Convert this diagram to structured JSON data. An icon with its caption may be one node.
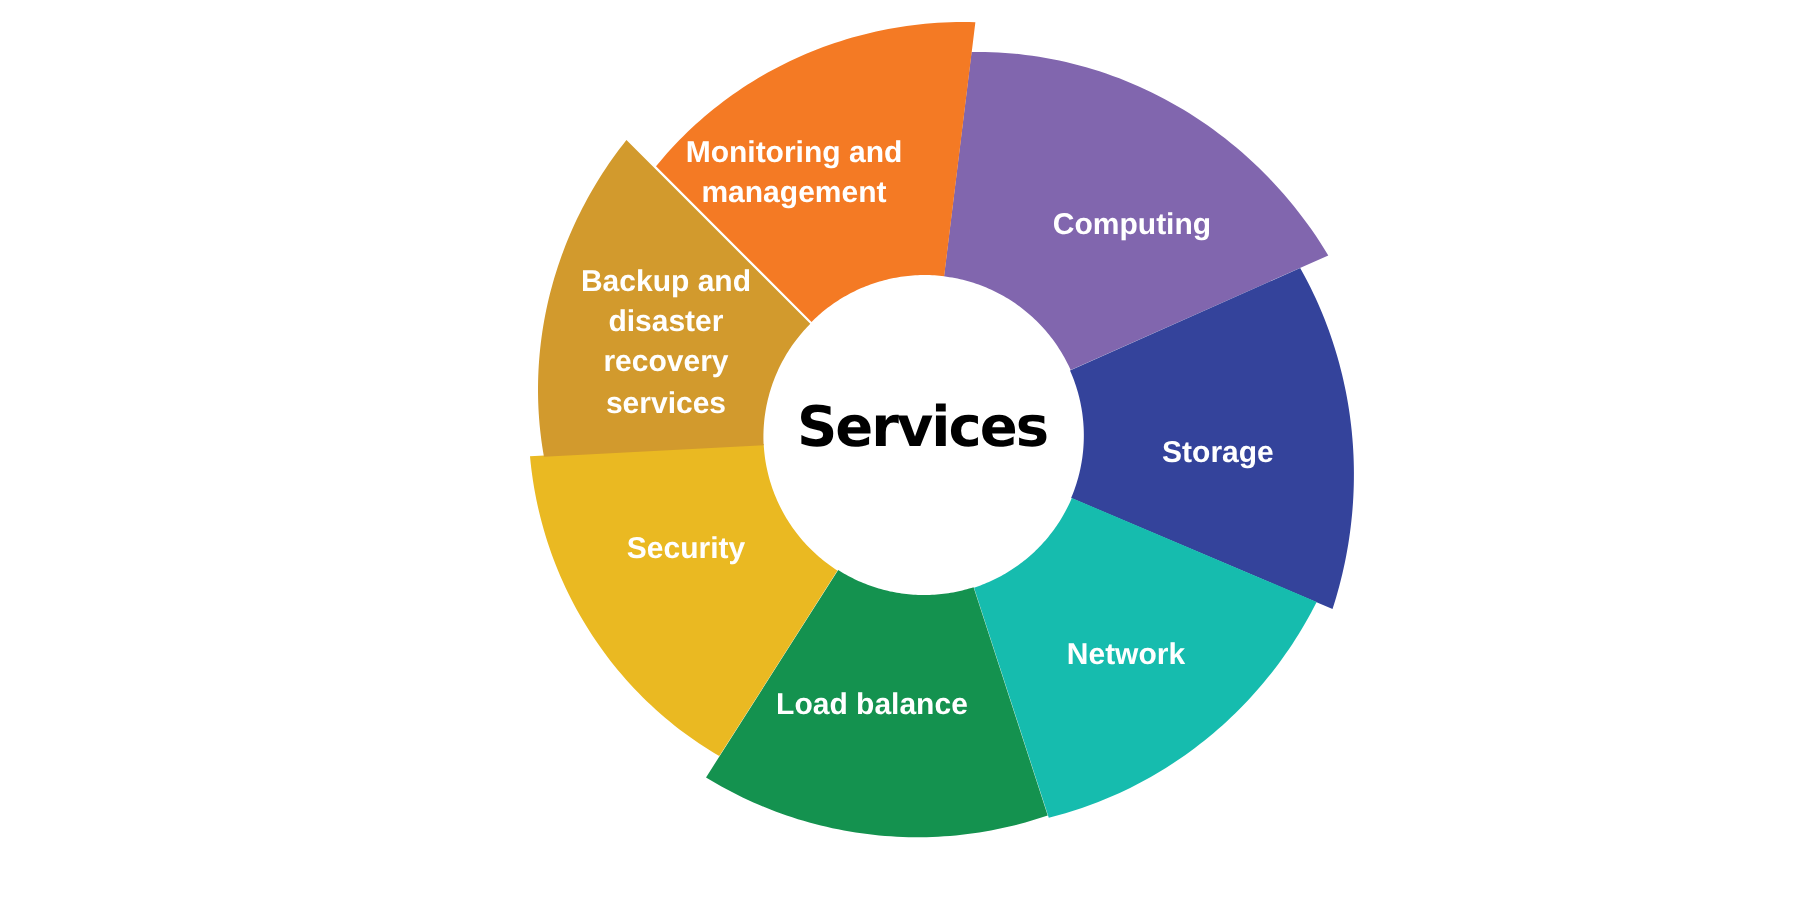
{
  "diagram": {
    "nodes": [
      {
        "text": [
          "Services"
        ]
      },
      {
        "text": [
          "Computing"
        ]
      },
      {
        "text": [
          "Storage"
        ]
      },
      {
        "text": [
          "Network"
        ]
      },
      {
        "text": [
          "Load balance"
        ]
      },
      {
        "text": [
          "Security"
        ]
      },
      {
        "text": [
          "Backup and disaster recovery services"
        ]
      },
      {
        "text": [
          "Monitoring and management"
        ]
      }
    ],
    "edges": []
  }
}
